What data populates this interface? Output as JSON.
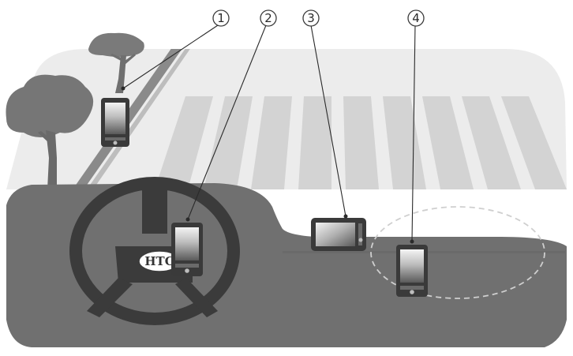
{
  "callouts": [
    {
      "label": "1"
    },
    {
      "label": "2"
    },
    {
      "label": "3"
    },
    {
      "label": "4"
    }
  ],
  "logo": {
    "text": "HTC"
  },
  "colors": {
    "ground": "#6e6e6e",
    "road": "#e9e9e9",
    "crosswalk": "#d2d2d2",
    "trees": "#767676",
    "wheel": "#3b3b3b",
    "device_screen": "#8a8a8a"
  }
}
